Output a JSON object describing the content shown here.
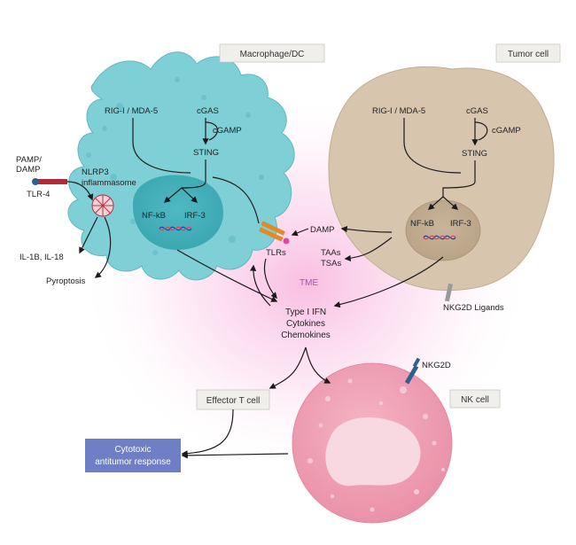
{
  "cells": {
    "macrophage": "Macrophage/DC",
    "tumor": "Tumor cell",
    "nk": "NK cell",
    "effector_t": "Effector T cell"
  },
  "macrophage_labels": {
    "rig": "RIG-I / MDA-5",
    "cgas": "cGAS",
    "cgamp": "cGAMP",
    "sting": "STING",
    "nfkb": "NF-kB",
    "irf3": "IRF-3",
    "nlrp3_line1": "NLRP3",
    "nlrp3_line2": "inflammasome",
    "pamp_line1": "PAMP/",
    "pamp_line2": "DAMP",
    "tlr4": "TLR-4",
    "il": "IL-1B, IL-18",
    "pyroptosis": "Pyroptosis",
    "tlrs": "TLRs"
  },
  "tumor_labels": {
    "rig": "RIG-I / MDA-5",
    "cgas": "cGAS",
    "cgamp": "cGAMP",
    "sting": "STING",
    "nfkb": "NF-kB",
    "irf3": "IRF-3",
    "damp": "DAMP",
    "taas": "TAAs",
    "tsas": "TSAs",
    "nkg2d_ligands": "NKG2D Ligands"
  },
  "center": {
    "tme": "TME",
    "line1": "Type I IFN",
    "line2": "Cytokines",
    "line3": "Chemokines"
  },
  "nk_labels": {
    "nkg2d": "NKG2D"
  },
  "response": {
    "line1": "Cytotoxic",
    "line2": "antitumor response"
  },
  "colors": {
    "macrophage": "#7fcfd6",
    "tumor": "#d7c5ad",
    "nk": "#f1a3b5",
    "response_box": "#6f7fc6",
    "tme_glow": "#f7b6dc"
  }
}
